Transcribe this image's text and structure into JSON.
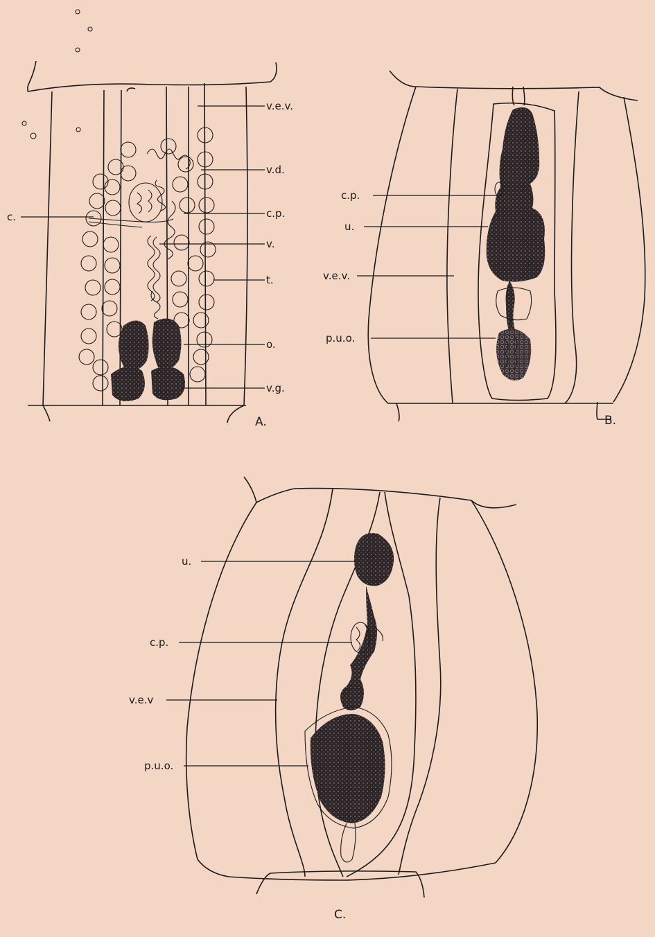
{
  "figures": {
    "A": {
      "caption": "A.",
      "labels": {
        "vev": "v.e.v.",
        "vd": "v.d.",
        "c": "c.",
        "cp": "c.p.",
        "v": "v.",
        "t": "t.",
        "o": "o.",
        "vg": "v.g."
      }
    },
    "B": {
      "caption": "B.",
      "labels": {
        "cp": "c.p.",
        "u": "u.",
        "vev": "v.e.v.",
        "puo": "p.u.o."
      }
    },
    "C": {
      "caption": "C.",
      "labels": {
        "u": "u.",
        "cp": "c.p.",
        "vev": "v.e.v",
        "puo": "p.u.o."
      }
    }
  },
  "colors": {
    "paper": "#f3d6c4",
    "ink": "#1b1b1b",
    "organ_fill": "#2b2527"
  }
}
